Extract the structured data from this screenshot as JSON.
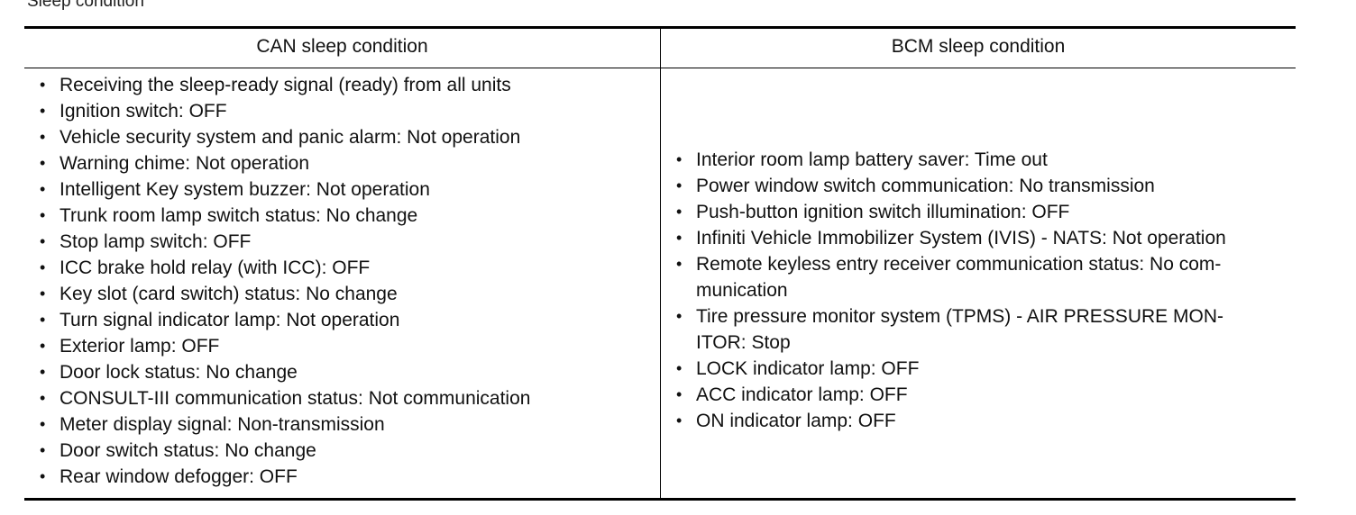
{
  "top_heading": "Sleep condition",
  "table": {
    "headers": [
      "CAN sleep condition",
      "BCM sleep condition"
    ],
    "bullet_char": "•",
    "can_items": [
      "Receiving the sleep-ready signal (ready) from all units",
      "Ignition switch: OFF",
      "Vehicle security system and panic alarm: Not operation",
      "Warning chime: Not operation",
      "Intelligent Key system buzzer: Not operation",
      "Trunk room lamp switch status: No change",
      "Stop lamp switch: OFF",
      "ICC brake hold relay (with ICC): OFF",
      "Key slot (card switch) status: No change",
      "Turn signal indicator lamp: Not operation",
      "Exterior lamp: OFF",
      "Door lock status: No change",
      "CONSULT-III communication status: Not communication",
      "Meter display signal: Non-transmission",
      "Door switch status: No change",
      "Rear window defogger: OFF"
    ],
    "bcm_items": [
      {
        "lines": [
          "Interior room lamp battery saver: Time out"
        ]
      },
      {
        "lines": [
          "Power window switch communication: No transmission"
        ]
      },
      {
        "lines": [
          "Push-button ignition switch illumination: OFF"
        ]
      },
      {
        "lines": [
          "Infiniti Vehicle Immobilizer System (IVIS) - NATS: Not operation"
        ]
      },
      {
        "lines": [
          "Remote keyless entry receiver communication status: No com-",
          "munication"
        ]
      },
      {
        "lines": [
          "Tire pressure monitor system (TPMS) - AIR PRESSURE MON-",
          "ITOR: Stop"
        ]
      },
      {
        "lines": [
          "LOCK indicator lamp: OFF"
        ]
      },
      {
        "lines": [
          "ACC indicator lamp: OFF"
        ]
      },
      {
        "lines": [
          "ON indicator lamp: OFF"
        ]
      }
    ]
  }
}
